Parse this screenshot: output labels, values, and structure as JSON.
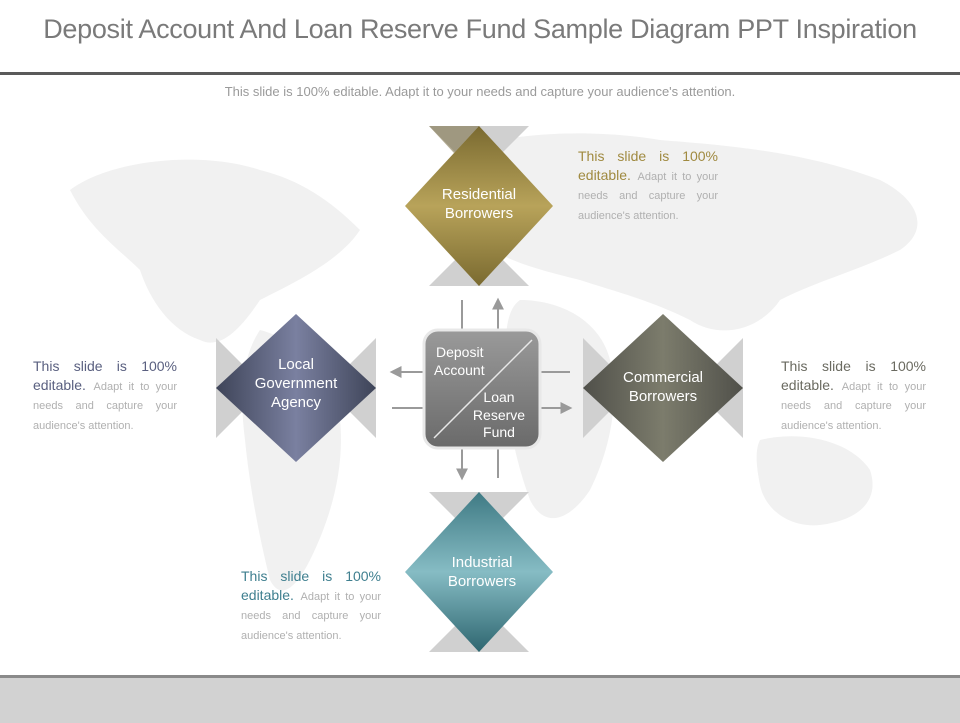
{
  "header": {
    "title": "Deposit Account And Loan Reserve Fund Sample Diagram PPT Inspiration",
    "subtitle": "This slide is 100% editable. Adapt it to your needs and capture your audience's attention."
  },
  "diagram": {
    "center": {
      "top_label_1": "Deposit",
      "top_label_2": "Account",
      "bottom_label_1": "Loan",
      "bottom_label_2": "Reserve",
      "bottom_label_3": "Fund"
    },
    "nodes": {
      "top": {
        "line1": "Residential",
        "line2": "Borrowers",
        "color": "#b09a50"
      },
      "left": {
        "line1": "Local",
        "line2": "Government",
        "line3": "Agency",
        "color": "#6a7090"
      },
      "right": {
        "line1": "Commercial",
        "line2": "Borrowers",
        "color": "#6e6e60"
      },
      "bottom": {
        "line1": "Industrial",
        "line2": "Borrowers",
        "color": "#5aa0ac"
      }
    }
  },
  "notes": {
    "top": {
      "lead": "This slide is 100% editable.",
      "rest": "Adapt it to your needs and capture your audience's attention.",
      "color": "#a08a40"
    },
    "left": {
      "lead": "This slide is 100% editable.",
      "rest": "Adapt it to your needs and capture your audience's attention.",
      "color": "#5a6080"
    },
    "right": {
      "lead": "This slide is 100% editable.",
      "rest": "Adapt it to your needs and capture your audience's attention.",
      "color": "#6a6a60"
    },
    "bottom": {
      "lead": "This slide is 100% editable.",
      "rest": "Adapt it to your needs and capture your audience's attention.",
      "color": "#3f7f8f"
    }
  }
}
